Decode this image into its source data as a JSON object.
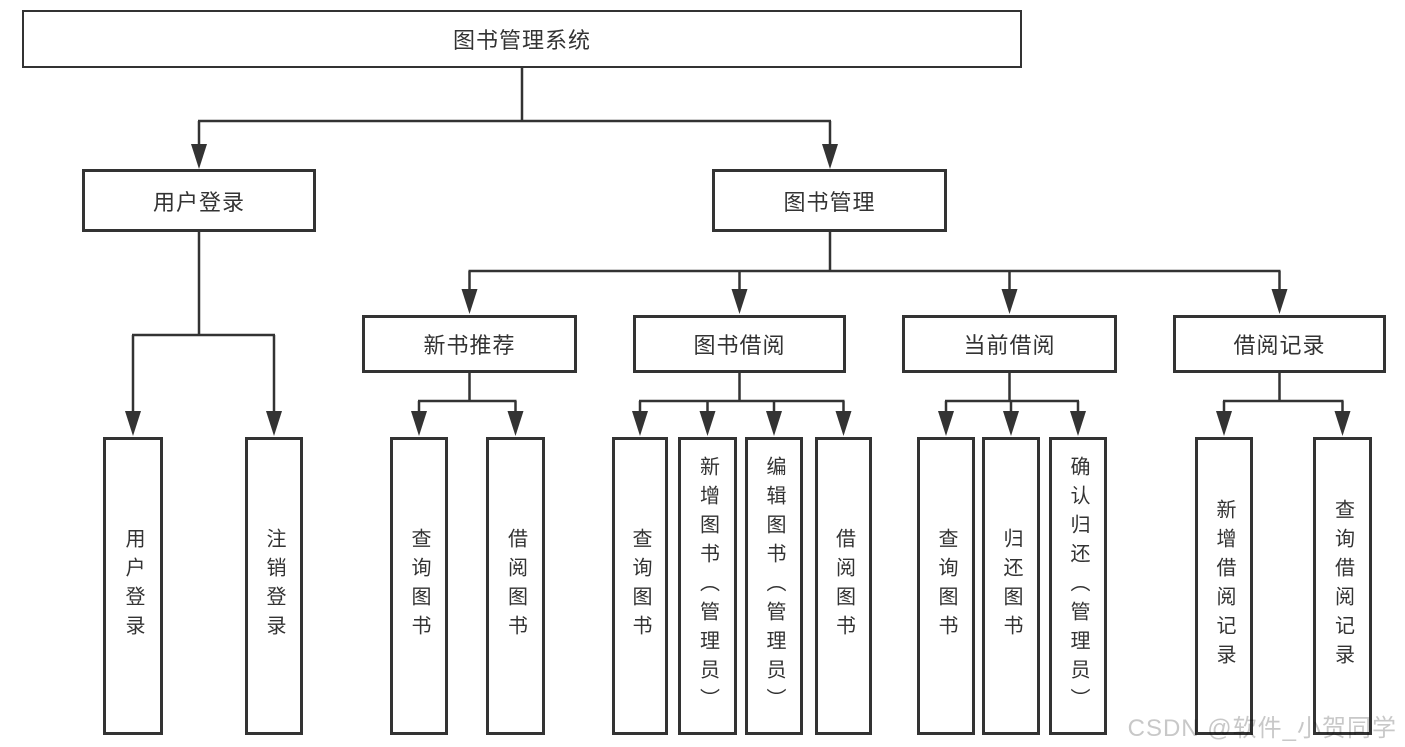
{
  "nodes": {
    "root": {
      "label": "图书管理系统"
    },
    "level2": [
      {
        "label": "用户登录"
      },
      {
        "label": "图书管理"
      }
    ],
    "level3": [
      {
        "label": "新书推荐",
        "parent": "图书管理"
      },
      {
        "label": "图书借阅",
        "parent": "图书管理"
      },
      {
        "label": "当前借阅",
        "parent": "图书管理"
      },
      {
        "label": "借阅记录",
        "parent": "图书管理"
      }
    ],
    "leaves": [
      {
        "label": "用户登录",
        "parent": "用户登录"
      },
      {
        "label": "注销登录",
        "parent": "用户登录"
      },
      {
        "label": "查询图书",
        "parent": "新书推荐"
      },
      {
        "label": "借阅图书",
        "parent": "新书推荐"
      },
      {
        "label": "查询图书",
        "parent": "图书借阅"
      },
      {
        "label": "新增图书（管理员）",
        "parent": "图书借阅"
      },
      {
        "label": "编辑图书（管理员）",
        "parent": "图书借阅"
      },
      {
        "label": "借阅图书",
        "parent": "图书借阅"
      },
      {
        "label": "查询图书",
        "parent": "当前借阅"
      },
      {
        "label": "归还图书",
        "parent": "当前借阅"
      },
      {
        "label": "确认归还（管理员）",
        "parent": "当前借阅"
      },
      {
        "label": "新增借阅记录",
        "parent": "借阅记录"
      },
      {
        "label": "查询借阅记录",
        "parent": "借阅记录"
      }
    ]
  },
  "watermark": {
    "text": "CSDN @软件_小贺同学",
    "color": "#c8c8c8"
  },
  "colors": {
    "line": "#333333",
    "box_border": "#333333",
    "box_background": "#ffffff",
    "text": "#333333",
    "page_background": "#ffffff"
  }
}
